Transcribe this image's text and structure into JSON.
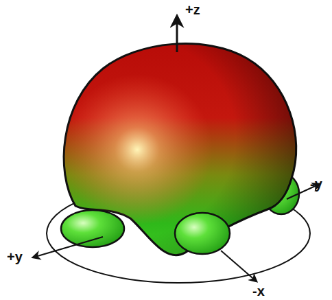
{
  "diagram": {
    "labels": [
      "+z",
      "-y",
      "+y",
      "-x"
    ]
  }
}
